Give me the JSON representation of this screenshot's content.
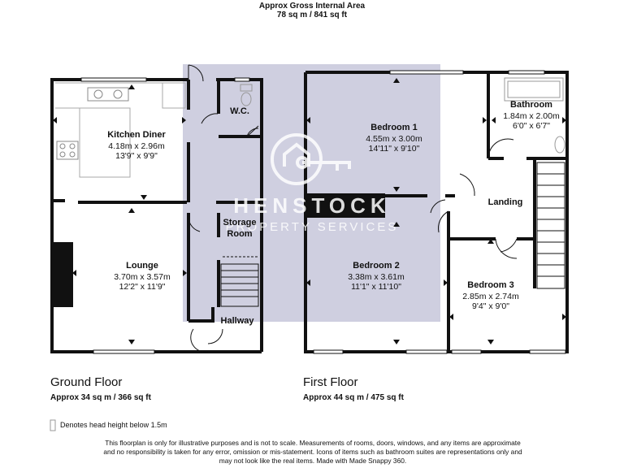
{
  "header": {
    "title": "Approx Gross Internal Area",
    "area": "78 sq m / 841 sq ft"
  },
  "watermark": {
    "brand_main": "HENSTOCK",
    "brand_sub": "PROPERTY SERVICES"
  },
  "ground_floor": {
    "label": "Ground Floor",
    "area": "Approx 34 sq m / 366 sq ft",
    "rooms": {
      "kitchen": {
        "name": "Kitchen Diner",
        "metric": "4.18m x 2.96m",
        "imperial": "13'9\" x 9'9\""
      },
      "wc": {
        "name": "W.C."
      },
      "storage": {
        "name_line1": "Storage",
        "name_line2": "Room"
      },
      "lounge": {
        "name": "Lounge",
        "metric": "3.70m x 3.57m",
        "imperial": "12'2\" x 11'9\""
      },
      "hallway": {
        "name": "Hallway"
      }
    }
  },
  "first_floor": {
    "label": "First Floor",
    "area": "Approx 44 sq m / 475 sq ft",
    "rooms": {
      "bedroom1": {
        "name": "Bedroom 1",
        "metric": "4.55m x 3.00m",
        "imperial": "14'11\" x 9'10\""
      },
      "bathroom": {
        "name": "Bathroom",
        "metric": "1.84m x 2.00m",
        "imperial": "6'0\" x 6'7\""
      },
      "landing": {
        "name": "Landing"
      },
      "bedroom2": {
        "name": "Bedroom 2",
        "metric": "3.38m x 3.61m",
        "imperial": "11'1\" x 11'10\""
      },
      "bedroom3": {
        "name": "Bedroom 3",
        "metric": "2.85m x 2.74m",
        "imperial": "9'4\" x 9'0\""
      }
    }
  },
  "legend": {
    "text": "Denotes head height below 1.5m"
  },
  "disclaimer": [
    "This floorplan is only for illustrative purposes and is not to scale. Measurements of rooms, doors, windows, and any items are approximate",
    "and no responsibility is taken for any error, omission or mis-statement. Icons of items such as bathroom suites are representations only and",
    "may not look like the real items. Made with Made Snappy 360."
  ],
  "colors": {
    "wall": "#111111",
    "shade": "#cfcfe0",
    "watermark": "#ffffff"
  }
}
